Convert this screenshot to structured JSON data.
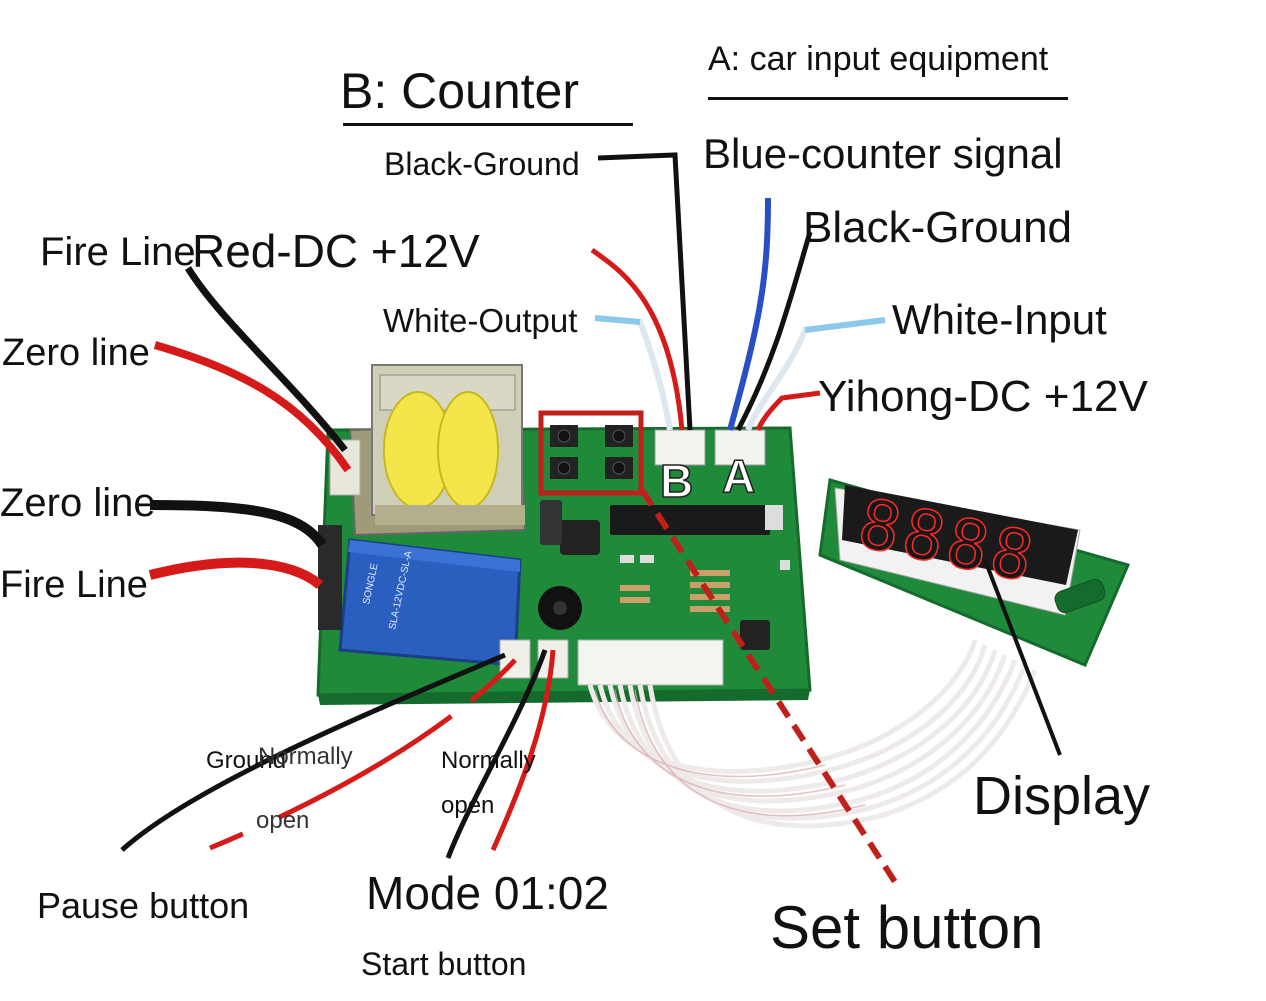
{
  "labels": {
    "title_b": "B: Counter",
    "title_a": "A: car input equipment",
    "black_ground_b": "Black-Ground",
    "blue_counter_signal": "Blue-counter signal",
    "black_ground_a": "Black-Ground",
    "fire_line_top": "Fire Line",
    "red_dc_12v": "Red-DC +12V",
    "white_output": "White-Output",
    "white_input": "White-Input",
    "zero_line_top": "Zero line",
    "yihong_dc_12v": "Yihong-DC +12V",
    "zero_line_bottom": "Zero line",
    "fire_line_bottom": "Fire Line",
    "ground": "Ground",
    "normally_left": "Normally",
    "open_left": "open",
    "normally_right": "Normally",
    "open_right": "open",
    "display": "Display",
    "pause_button": "Pause button",
    "mode": "Mode 01:02",
    "set_button": "Set button",
    "start_button": "Start button",
    "connector_b": "B",
    "connector_a": "A",
    "relay_brand": "SONGLE",
    "relay_model": "SLA-12VDC-SL-A",
    "seg_digits": "8888"
  },
  "colors": {
    "pcb_green": "#1f8a3a",
    "wire_red": "#d61a1a",
    "wire_black": "#111111",
    "wire_blue": "#2a4fc4",
    "wire_white": "#e8eef2",
    "relay_blue": "#2a5fbf",
    "highlight_red": "#c0201a",
    "segment_red": "#ff2a2a"
  }
}
